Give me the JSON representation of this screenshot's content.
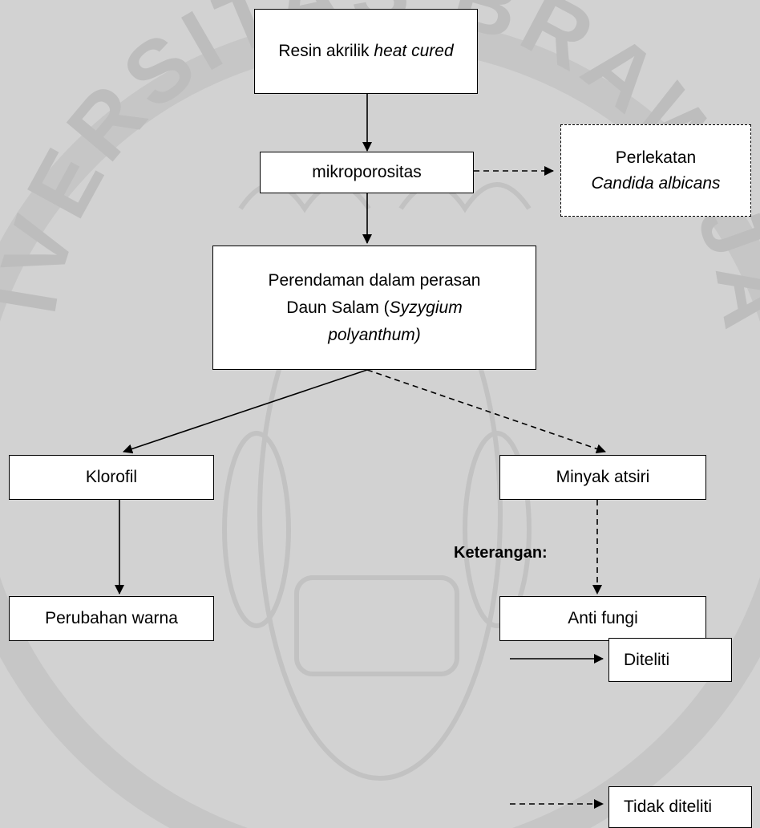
{
  "watermark": {
    "text": "UNIVERSITAS BRAWIJAYA",
    "color": "#b9b9b9"
  },
  "nodes": {
    "resin": {
      "plain": "Resin akrilik ",
      "italic": "heat cured"
    },
    "mikroporositas": {
      "text": "mikroporositas"
    },
    "perlekatan": {
      "line1": "Perlekatan",
      "line2_italic": "Candida albicans"
    },
    "perendaman": {
      "line1": "Perendaman dalam perasan",
      "line2_plain": "Daun Salam (",
      "line2_italic": "Syzygium",
      "line3_italic": "polyanthum)"
    },
    "klorofil": {
      "text": "Klorofil"
    },
    "minyak": {
      "text": "Minyak atsiri"
    },
    "perubahan": {
      "text": "Perubahan warna"
    },
    "antifungi": {
      "text": "Anti fungi"
    }
  },
  "legend": {
    "title": "Keterangan:",
    "items": [
      {
        "style": "solid",
        "label": "Diteliti"
      },
      {
        "style": "dashed",
        "label": "Tidak diteliti"
      }
    ]
  },
  "edges": [
    {
      "from": "resin",
      "to": "mikroporositas",
      "style": "solid"
    },
    {
      "from": "mikroporositas",
      "to": "perlekatan",
      "style": "dashed"
    },
    {
      "from": "mikroporositas",
      "to": "perendaman",
      "style": "solid"
    },
    {
      "from": "perendaman",
      "to": "klorofil",
      "style": "solid"
    },
    {
      "from": "perendaman",
      "to": "minyak",
      "style": "dashed"
    },
    {
      "from": "klorofil",
      "to": "perubahan",
      "style": "solid"
    },
    {
      "from": "minyak",
      "to": "antifungi",
      "style": "dashed"
    }
  ],
  "colors": {
    "background": "#d2d2d2",
    "box_fill": "#ffffff",
    "line": "#000000"
  }
}
